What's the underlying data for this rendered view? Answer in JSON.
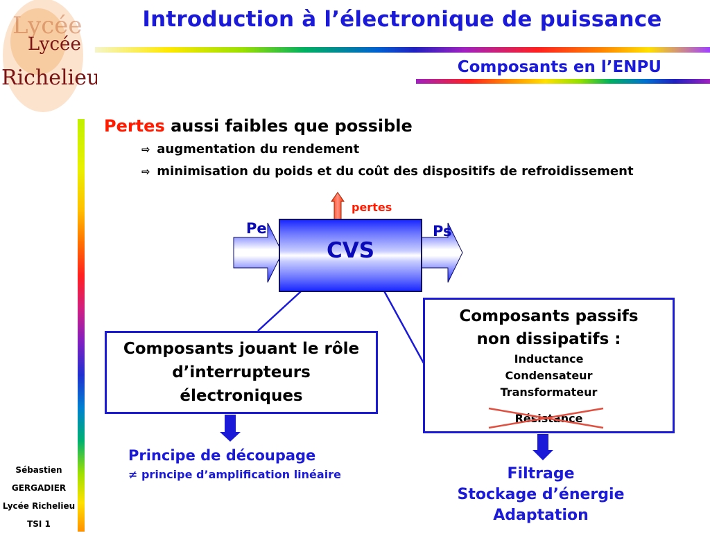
{
  "header": {
    "title": "Introduction à l’électronique de puissance",
    "subtitle": "Composants en l’ENPU"
  },
  "logo": {
    "lines": [
      "Lycée",
      "Lycée",
      "Richelieu"
    ],
    "colors": {
      "primary": "#8b1a1a",
      "accent": "#f0a020"
    }
  },
  "author": {
    "lines": [
      "Sébastien",
      "GERGADIER",
      "Lycée Richelieu",
      "TSI 1"
    ]
  },
  "intro": {
    "highlight": "Pertes",
    "rest": "aussi faibles que possible",
    "bullets": [
      "augmentation du rendement",
      "minimisation du poids et du coût des dispositifs de refroidissement"
    ],
    "bullet_icon": "hollow-right-arrow-icon"
  },
  "diagram": {
    "cvs_label": "CVS",
    "input_label": "Pe",
    "output_label": "Ps",
    "losses_label": "pertes",
    "box_switches": {
      "lines": [
        "Composants jouant le rôle",
        "d’interrupteurs",
        "électroniques"
      ]
    },
    "box_passive": {
      "heading": [
        "Composants passifs",
        "non dissipatifs :"
      ],
      "items": [
        "Inductance",
        "Condensateur",
        "Transformateur"
      ],
      "crossed_item": "Résistance"
    },
    "principle": {
      "title": "Principe de découpage",
      "note": "≠ principe d’amplification linéaire"
    },
    "functions": [
      "Filtrage",
      "Stockage d’énergie",
      "Adaptation"
    ],
    "colors": {
      "blue": "#1a1ad8",
      "red": "#ff1a00",
      "cross": "#e05040"
    }
  }
}
